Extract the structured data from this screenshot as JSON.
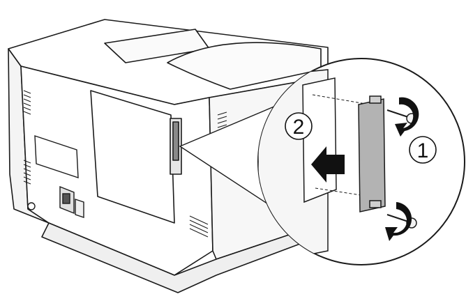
{
  "steps": [
    {
      "number": "2",
      "action": "slide-cover-out"
    },
    {
      "number": "1",
      "action": "remove-screws"
    }
  ],
  "colors": {
    "outline": "#1a1a1a",
    "body": "#ffffff",
    "shadow": "#d9d9d9",
    "cover_plate": "#b3b3b3",
    "arrow": "#111111"
  }
}
